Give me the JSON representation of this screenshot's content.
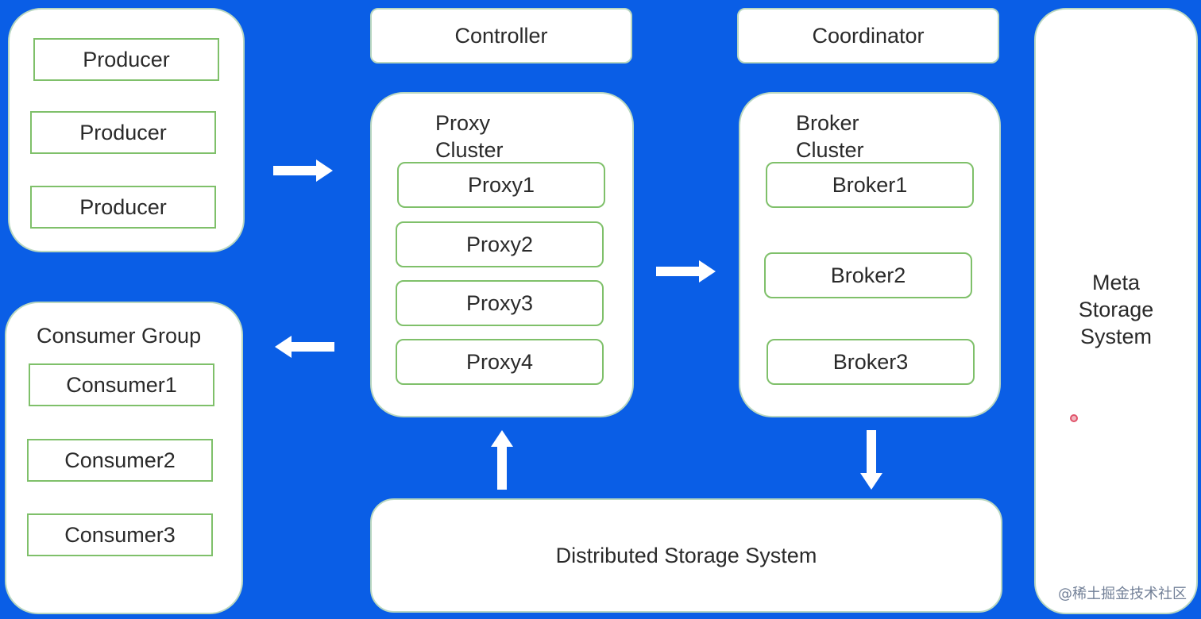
{
  "producers": {
    "items": [
      "Producer",
      "Producer",
      "Producer"
    ]
  },
  "consumer_group": {
    "title": "Consumer Group",
    "items": [
      "Consumer1",
      "Consumer2",
      "Consumer3"
    ]
  },
  "controller": {
    "label": "Controller"
  },
  "coordinator": {
    "label": "Coordinator"
  },
  "proxy_cluster": {
    "title": "Proxy\nCluster",
    "items": [
      "Proxy1",
      "Proxy2",
      "Proxy3",
      "Proxy4"
    ]
  },
  "broker_cluster": {
    "title": "Broker\nCluster",
    "items": [
      "Broker1",
      "Broker2",
      "Broker3"
    ]
  },
  "meta_storage": {
    "label": "Meta\nStorage\nSystem"
  },
  "distributed_storage": {
    "label": "Distributed Storage System"
  },
  "watermark": {
    "text": "@稀土掘金技术社区"
  },
  "colors": {
    "background": "#0a5ee6",
    "box_border": "#7fc06a",
    "arrow": "#ffffff"
  }
}
